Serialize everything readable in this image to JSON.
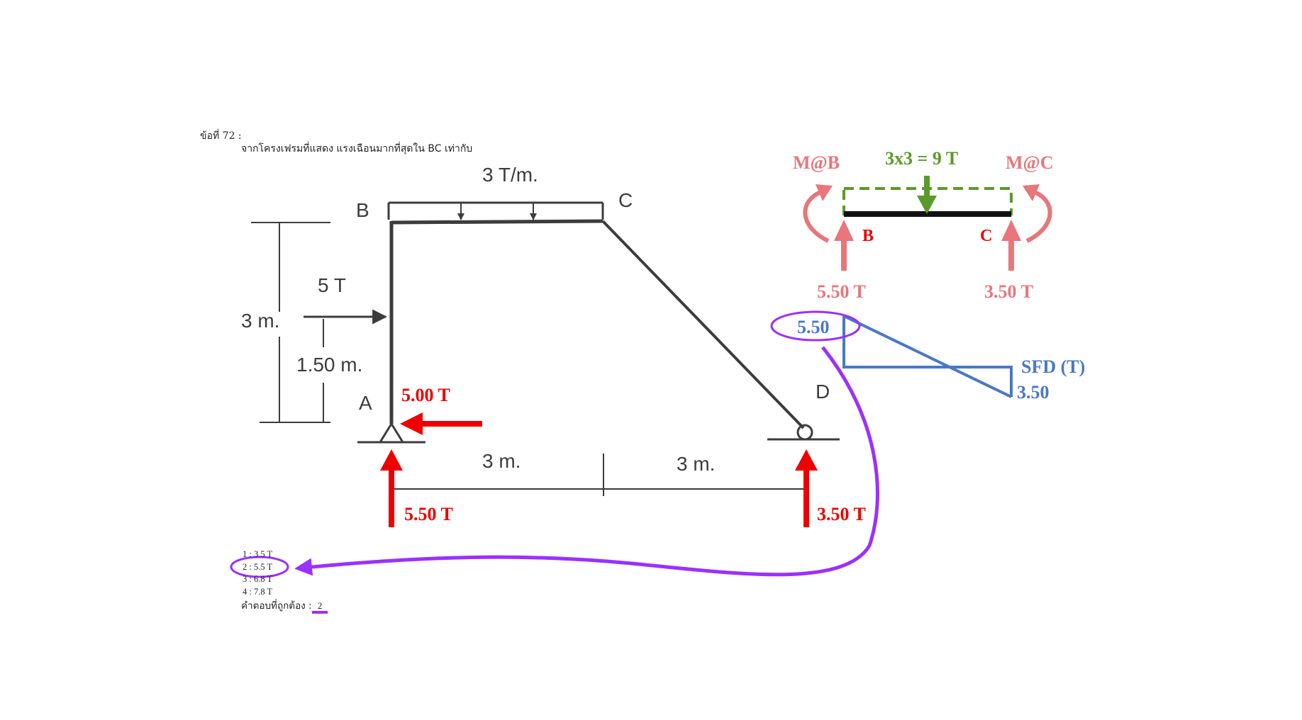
{
  "question": {
    "number_label": "ข้อที่ 72 :",
    "text": "จากโครงเฟรมที่แสดง แรงเฉือนมากที่สุดใน BC เท่ากับ"
  },
  "frame": {
    "load_label": "3 T/m.",
    "node_b": "B",
    "node_c": "C",
    "node_a": "A",
    "node_d": "D",
    "height_label": "3 m.",
    "point_load_label": "5 T",
    "point_load_height_label": "1.50 m.",
    "span_left_label": "3 m.",
    "span_right_label": "3 m."
  },
  "reactions": {
    "a_horizontal": "5.00 T",
    "a_vertical": "5.50 T",
    "d_vertical": "3.50 T"
  },
  "free_body": {
    "moment_b": "M@B",
    "moment_c": "M@C",
    "udl_resultant": "3x3 = 9 T",
    "node_b": "B",
    "node_c": "C",
    "reaction_b": "5.50 T",
    "reaction_c": "3.50 T"
  },
  "sfd": {
    "title": "SFD (T)",
    "max_positive": "5.50",
    "max_negative": "3.50"
  },
  "options": [
    "1 : 3.5 T",
    "2 : 5.5 T",
    "3 : 6.8 T",
    "4 : 7.8 T"
  ],
  "answer": {
    "label": "คำตอบที่ถูกต้อง :",
    "value": "2"
  },
  "colors": {
    "reaction_red": "#ee0000",
    "free_body_pink": "#e8767a",
    "load_green": "#5a9a2a",
    "sfd_blue": "#4a78c4",
    "highlight_purple": "#9b30ff"
  }
}
